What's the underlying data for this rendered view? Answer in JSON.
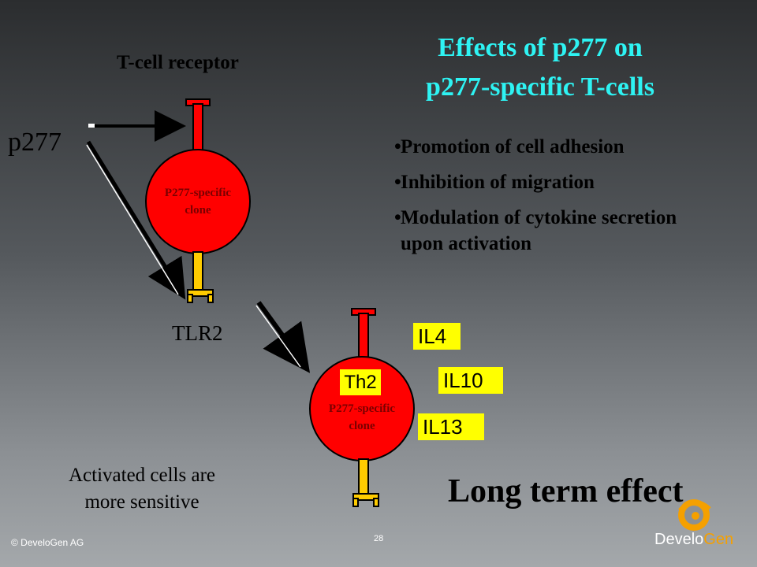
{
  "slide": {
    "title_line1": "Effects of p277 on",
    "title_line2": "p277-specific T-cells",
    "tcr_label": "T-cell receptor",
    "p277_label": "p277",
    "tlr2_label": "TLR2",
    "clone1_line1": "P277-specific",
    "clone1_line2": "clone",
    "clone2_line1": "P277-specific",
    "clone2_line2": "clone",
    "th2_label": "Th2",
    "bullets": [
      "Promotion of cell adhesion",
      "Inhibition of migration",
      "Modulation of cytokine secretion upon activation"
    ],
    "cytokines": [
      "IL4",
      "IL10",
      "IL13"
    ],
    "activated_line1": "Activated cells are",
    "activated_line2": "more sensitive",
    "long_term": "Long term effect"
  },
  "footer": {
    "copyright": "© DeveloGen AG",
    "page_number": "28",
    "brand_part1": "Develo",
    "brand_part2": "Gen"
  },
  "colors": {
    "title": "#2ef3f3",
    "cell": "#ff0000",
    "receptor_top": "#ff0000",
    "receptor_bottom": "#ffcc00",
    "highlight": "#ffff00",
    "brand_accent": "#f5a000"
  }
}
